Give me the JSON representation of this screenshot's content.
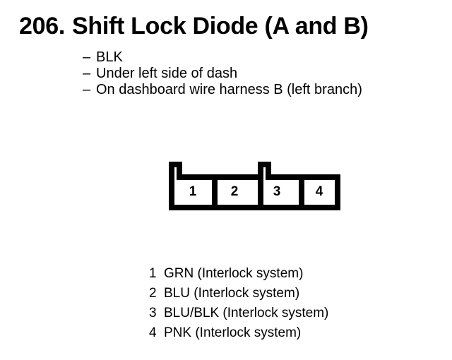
{
  "title": {
    "number": "206.",
    "text": "Shift Lock Diode (A and B)"
  },
  "description": {
    "dash": "–",
    "lines": [
      "BLK",
      "Under left side of dash",
      "On dashboard wire harness B (left branch)"
    ]
  },
  "connector": {
    "cavities": [
      {
        "number": "1"
      },
      {
        "number": "2"
      },
      {
        "number": "3"
      },
      {
        "number": "4"
      }
    ]
  },
  "pin_legend": [
    {
      "pin": "1",
      "wire": "GRN (Interlock system)"
    },
    {
      "pin": "2",
      "wire": "BLU (Interlock system)"
    },
    {
      "pin": "3",
      "wire": "BLU/BLK (Interlock system)"
    },
    {
      "pin": "4",
      "wire": "PNK (Interlock system)"
    }
  ],
  "colors": {
    "ink": "#000000",
    "page": "#ffffff"
  }
}
